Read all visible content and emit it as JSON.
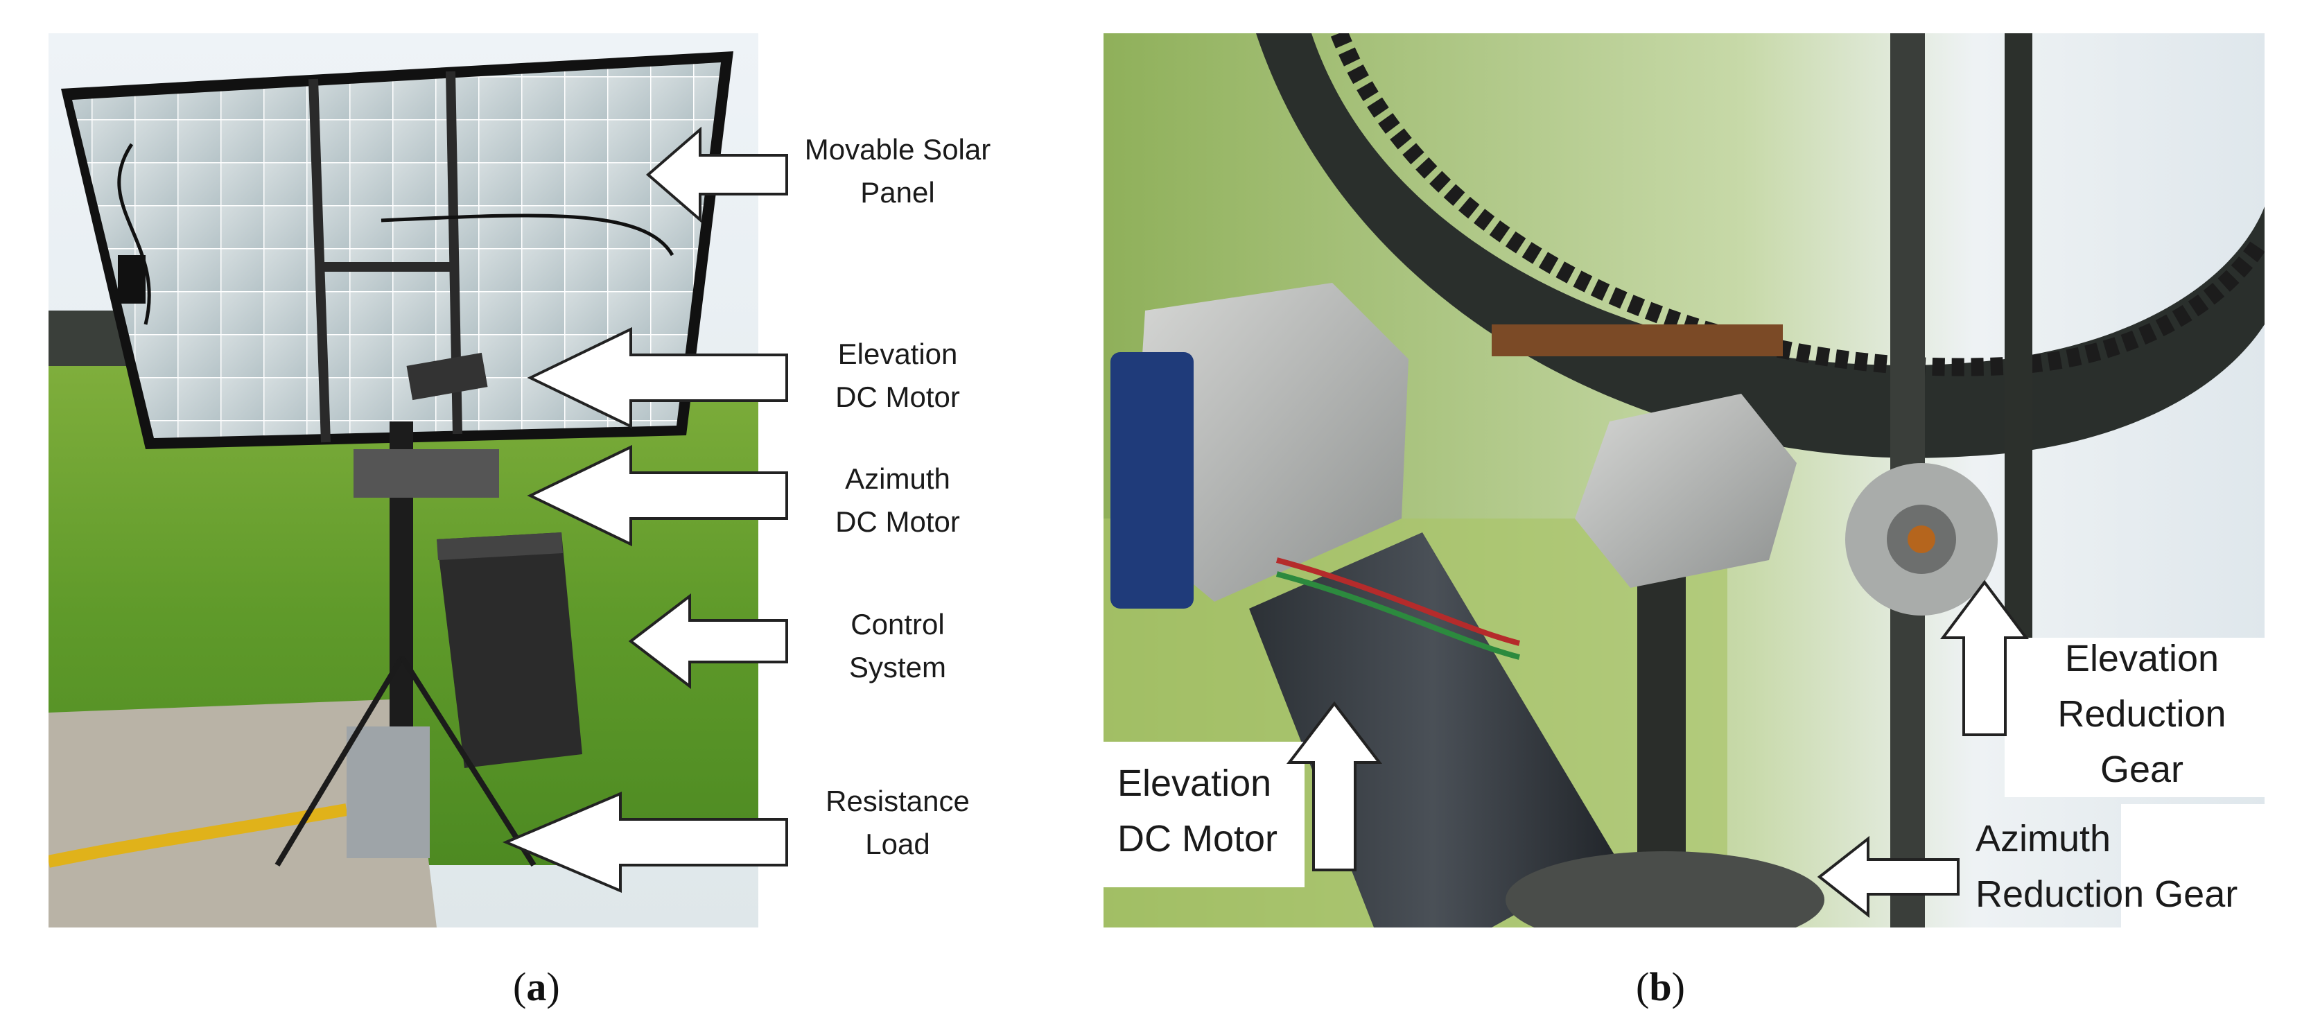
{
  "figure": {
    "panel_a": {
      "caption": {
        "open": "(",
        "letter": "a",
        "close": ")"
      },
      "labels": [
        {
          "lines": [
            "Movable Solar",
            "Panel"
          ]
        },
        {
          "lines": [
            "Elevation",
            "DC Motor"
          ]
        },
        {
          "lines": [
            "Azimuth",
            "DC Motor"
          ]
        },
        {
          "lines": [
            "Control",
            "System"
          ]
        },
        {
          "lines": [
            "Resistance",
            "Load"
          ]
        }
      ]
    },
    "panel_b": {
      "caption": {
        "open": "(",
        "letter": "b",
        "close": ")"
      },
      "labels": [
        {
          "lines": [
            "Elevation",
            "DC Motor"
          ]
        },
        {
          "lines": [
            "Elevation",
            "Reduction",
            "Gear"
          ]
        },
        {
          "lines": [
            "Azimuth",
            "Reduction Gear"
          ]
        }
      ]
    }
  },
  "colors": {
    "grass": "#5f9a2a",
    "sky": "#e8eef4",
    "panel_cell": "#c9d3d6",
    "frame": "#1e1e22",
    "arrow_fill": "#ffffff",
    "arrow_stroke": "#222222"
  }
}
